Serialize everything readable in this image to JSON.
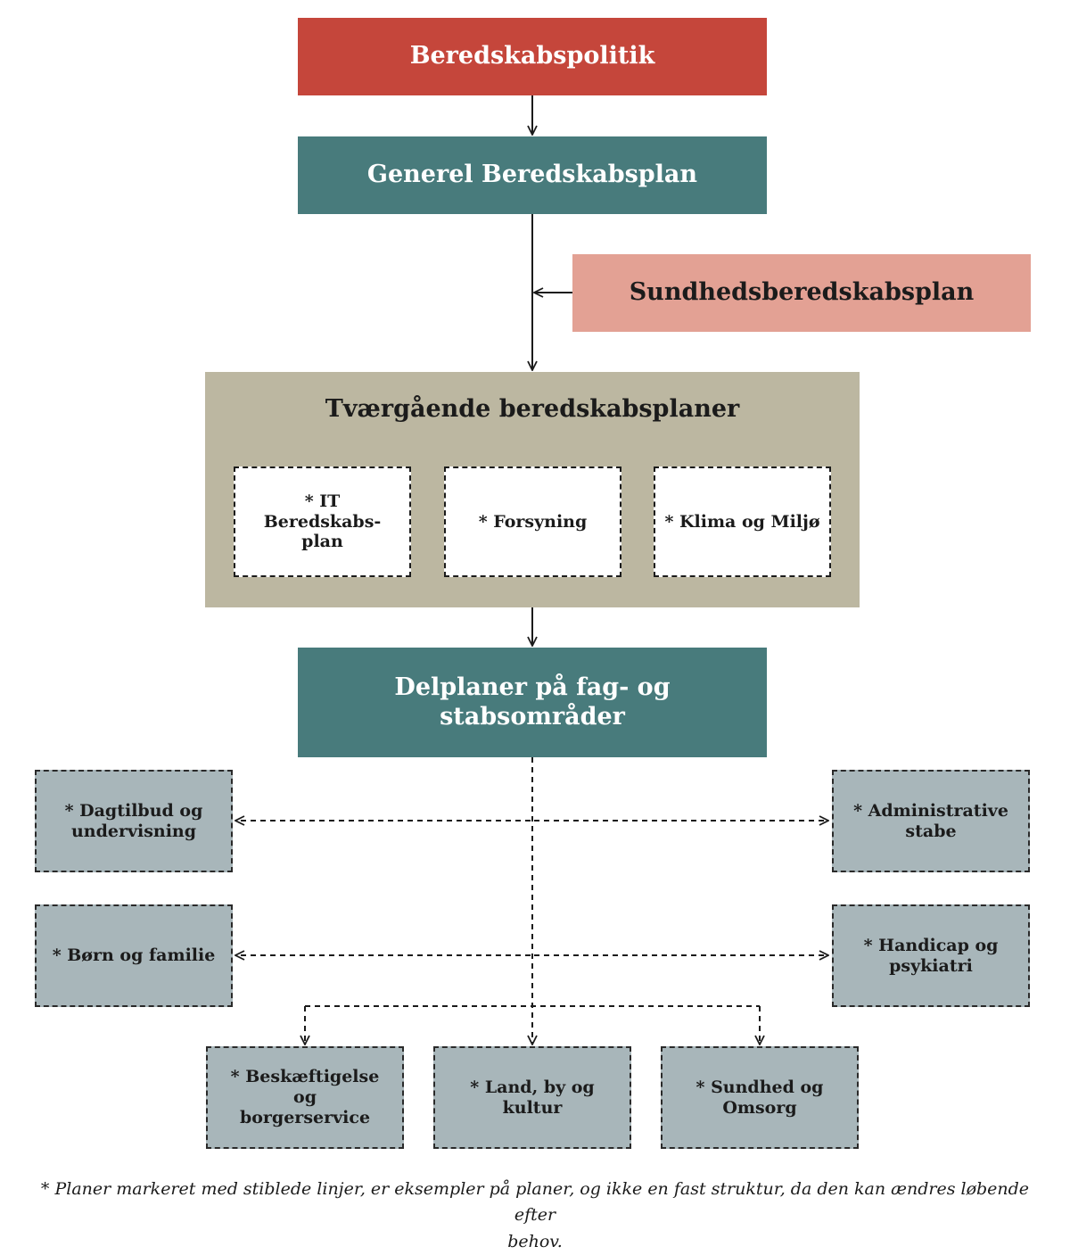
{
  "top": {
    "policy": "Beredskabspolitik",
    "general_plan": "Generel Beredskabsplan",
    "health_plan": "Sundhedsberedskabsplan"
  },
  "cross_cutting": {
    "title": "Tværgående beredskabsplaner",
    "items": [
      {
        "line1": "* IT Beredskabs-",
        "line2": "plan"
      },
      {
        "line1": "* Forsyning",
        "line2": ""
      },
      {
        "line1": "* Klima og Miljø",
        "line2": ""
      }
    ]
  },
  "delplaner": {
    "line1": "Delplaner på fag- og",
    "line2": "stabsområder"
  },
  "areas": {
    "dagtilbud": {
      "line1": "* Dagtilbud og",
      "line2": "undervisning"
    },
    "administrative": {
      "line1": "* Administrative",
      "line2": "stabe"
    },
    "born": {
      "line1": "* Børn og familie",
      "line2": ""
    },
    "handicap": {
      "line1": "* Handicap og",
      "line2": "psykiatri"
    },
    "beskaeftigelse": {
      "line1": "* Beskæftigelse og",
      "line2": "borgerservice"
    },
    "land": {
      "line1": "* Land, by og",
      "line2": "kultur"
    },
    "sundhed": {
      "line1": "* Sundhed og",
      "line2": "Omsorg"
    }
  },
  "footnote": {
    "line1": "* Planer markeret med stiblede linjer, er eksempler på planer, og ikke en fast struktur, da den kan ændres løbende efter",
    "line2": "behov."
  },
  "colors": {
    "policy": "#c5463b",
    "plan_teal": "#487b7c",
    "health": "#e3a194",
    "cross_cutting": "#bcb7a1",
    "area": "#a8b6ba",
    "line": "#1b1b1b"
  }
}
